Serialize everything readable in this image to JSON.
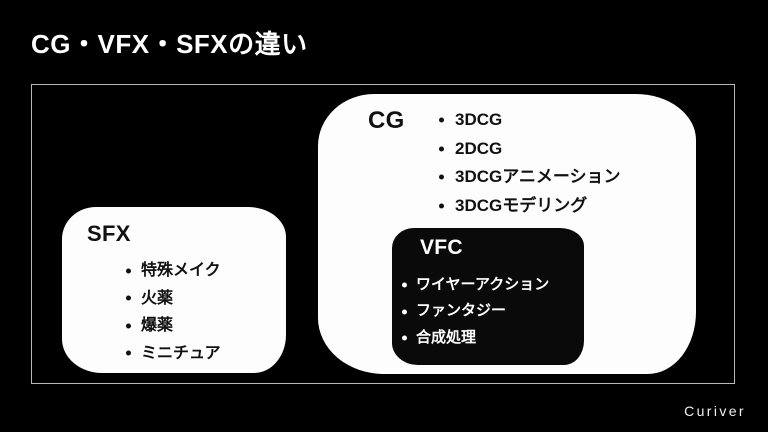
{
  "slide": {
    "title": "CG・VFX・SFXの違い",
    "background_color": "#000000",
    "frame_border_color": "#b9b9b9",
    "footer_logo": "Curiver"
  },
  "groups": [
    {
      "id": "cg",
      "label": "CG",
      "fill_color": "#fdfdfd",
      "text_color": "#111111",
      "items": [
        "3DCG",
        "2DCG",
        "3DCGアニメーション",
        "3DCGモデリング"
      ]
    },
    {
      "id": "sfx",
      "label": "SFX",
      "fill_color": "#fdfdfd",
      "text_color": "#111111",
      "items": [
        "特殊メイク",
        "火薬",
        "爆薬",
        "ミニチュア"
      ]
    },
    {
      "id": "vfc",
      "label": "VFC",
      "fill_color": "#0a0a0a",
      "text_color": "#ffffff",
      "items": [
        "ワイヤーアクション",
        "ファンタジー",
        "合成処理"
      ]
    }
  ]
}
